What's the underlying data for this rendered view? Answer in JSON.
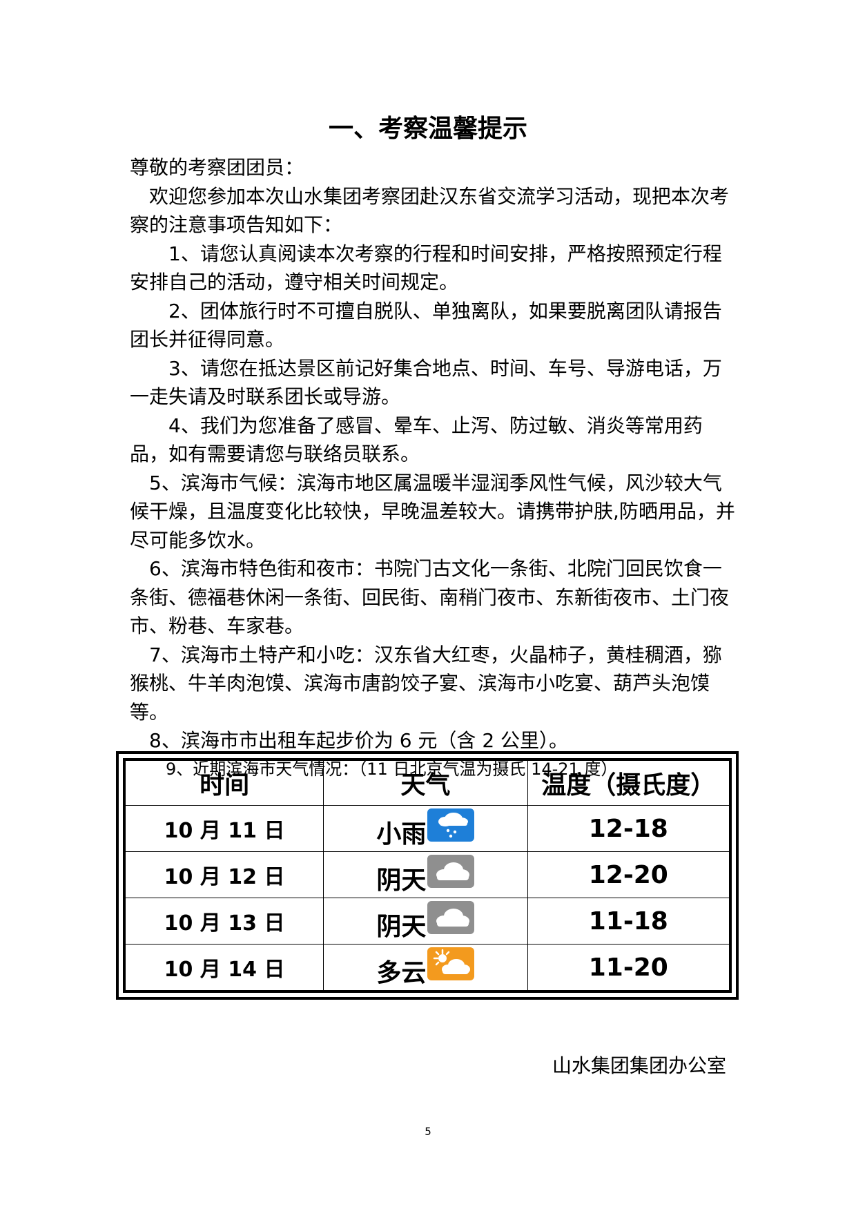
{
  "title": "一、考察温馨提示",
  "greeting": "尊敬的考察团团员：",
  "paragraphs": [
    "　欢迎您参加本次山水集团考察团赴汉东省交流学习活动，现把本次考察的注意事项告知如下：",
    "　　1、请您认真阅读本次考察的行程和时间安排，严格按照预定行程安排自己的活动，遵守相关时间规定。",
    "　　2、团体旅行时不可擅自脱队、单独离队，如果要脱离团队请报告团长并征得同意。",
    "　　3、请您在抵达景区前记好集合地点、时间、车号、导游电话，万一走失请及时联系团长或导游。",
    "　　4、我们为您准备了感冒、晕车、止泻、防过敏、消炎等常用药品，如有需要请您与联络员联系。",
    "　5、滨海市气候：滨海市地区属温暖半湿润季风性气候，风沙较大气候干燥，且温度变化比较快，早晚温差较大。请携带护肤,防晒用品，并尽可能多饮水。",
    "　6、滨海市特色街和夜市：书院门古文化一条街、北院门回民饮食一条街、德福巷休闲一条街、回民街、南稍门夜市、东新街夜市、土门夜市、粉巷、车家巷。",
    "　7、滨海市土特产和小吃：汉东省大红枣，火晶柿子，黄桂稠酒，猕猴桃、牛羊肉泡馍、滨海市唐韵饺子宴、滨海市小吃宴、葫芦头泡馍等。",
    "　8、滨海市市出租车起步价为 6 元（含 2 公里）。"
  ],
  "weather_note": "9、近期滨海市天气情况：（11 日北京气温为摄氏 14-21 度）",
  "table": {
    "headers": [
      "时间",
      "天气",
      "温度（摄氏度）"
    ],
    "rows": [
      {
        "date": "10 月 11 日",
        "weather": "小雨",
        "icon": "light-rain-icon",
        "temp": "12-18"
      },
      {
        "date": "10 月 12 日",
        "weather": "阴天",
        "icon": "overcast-icon",
        "temp": "12-20"
      },
      {
        "date": "10 月 13 日",
        "weather": "阴天",
        "icon": "overcast-icon",
        "temp": "11-18"
      },
      {
        "date": "10 月 14 日",
        "weather": "多云",
        "icon": "partly-cloudy-icon",
        "temp": "11-20"
      }
    ]
  },
  "signature": "山水集团集团办公室",
  "page_number": "5",
  "colors": {
    "rain_icon_bg": "#1e7fd8",
    "overcast_icon_bg": "#8f8f8f",
    "partly_cloudy_icon_bg": "#f39a1e"
  }
}
